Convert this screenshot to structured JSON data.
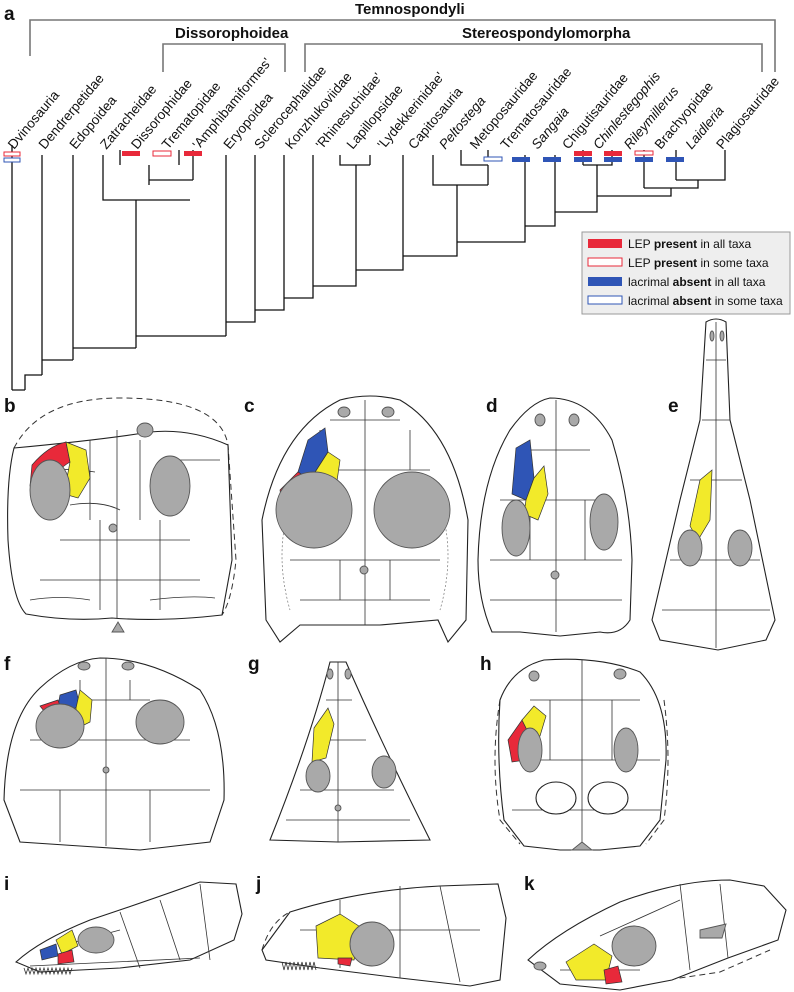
{
  "panels": {
    "a": "a",
    "b": "b",
    "c": "c",
    "d": "d",
    "e": "e",
    "f": "f",
    "g": "g",
    "h": "h",
    "i": "i",
    "j": "j",
    "k": "k"
  },
  "clades": {
    "temnospondyli": "Temnospondyli",
    "dissorophoidea": "Dissorophoidea",
    "stereospondylomorpha": "Stereospondylomorpha"
  },
  "taxa": [
    "Dvinosauria",
    "Dendrerpetidae",
    "Edopoidea",
    "Zatracheidae",
    "Dissorophidae",
    "Trematopidae",
    "'Amphibamiformes'",
    "Eryopoidea",
    "Sclerocephalidae",
    "Konzhukoviidae",
    "'Rhinesuchidae'",
    "Lapillopsidae",
    "'Lydekkerinidae'",
    "Capitosauria",
    "Peltostega",
    "Metoposauridae",
    "Trematosauridae",
    "Sangaia",
    "Chigutisauridae",
    "Chinlestegophis",
    "Rileymillerus",
    "Brachyopidae",
    "Laidleria",
    "Plagiosauridae"
  ],
  "italic_taxa": [
    "Peltostega",
    "Sangaia",
    "Chinlestegophis",
    "Rileymillerus",
    "Laidleria"
  ],
  "legend": {
    "lep_all_prefix": "LEP ",
    "lep_all_bold": "present",
    "lep_all_suffix": " in all taxa",
    "lep_some_prefix": "LEP ",
    "lep_some_bold": "present",
    "lep_some_suffix": " in some taxa",
    "lac_all_prefix": "lacrimal ",
    "lac_all_bold": "absent",
    "lac_all_suffix": " in all taxa",
    "lac_some_prefix": "lacrimal ",
    "lac_some_bold": "absent",
    "lac_some_suffix": " in some taxa"
  },
  "colors": {
    "lep": "#e8293a",
    "lacrimal_absent": "#2f55b6",
    "prefrontal": "#f2ea2a",
    "orbit": "#a9a9a9",
    "clade_bracket": "#777777"
  }
}
